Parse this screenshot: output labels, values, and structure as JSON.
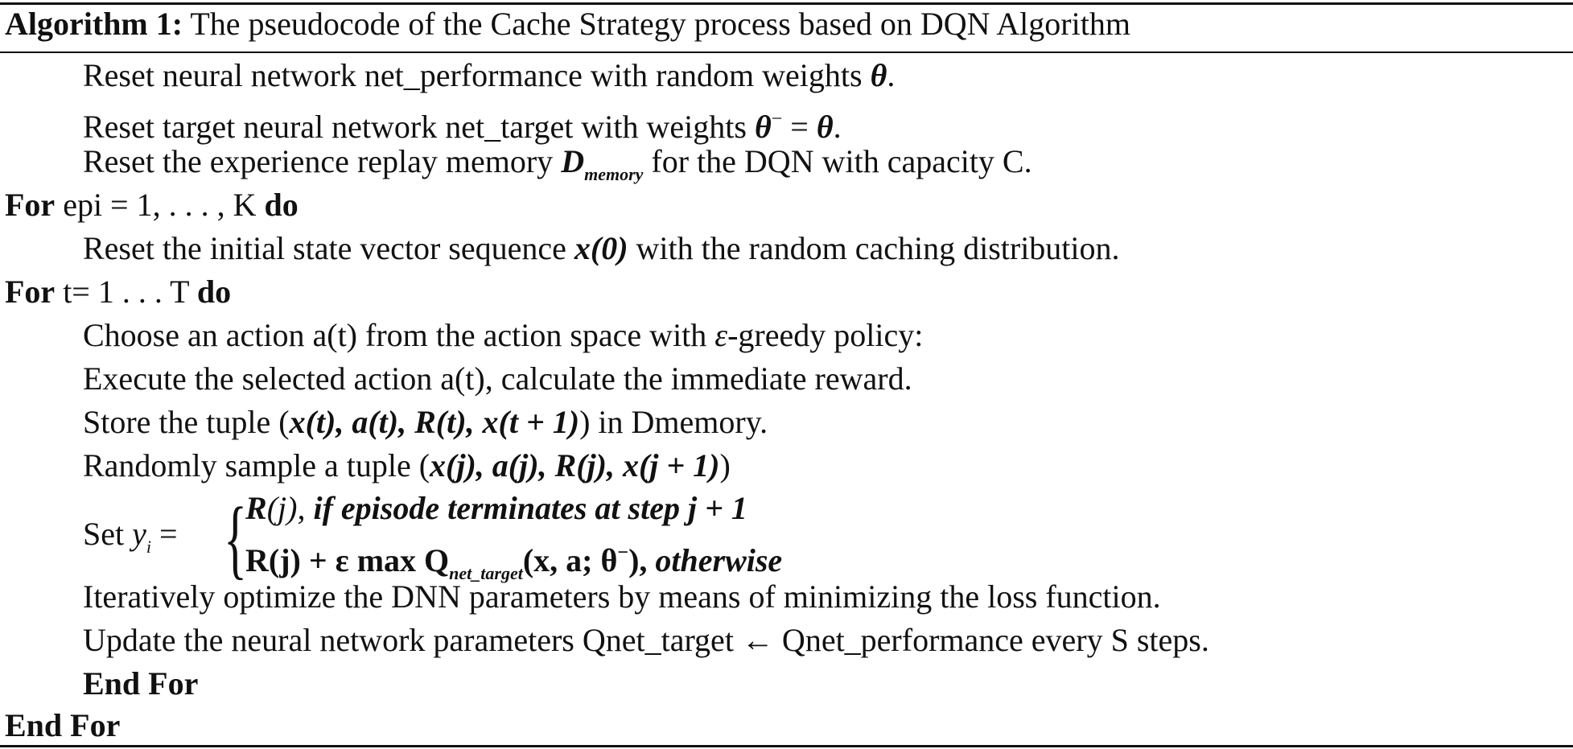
{
  "header": {
    "label": "Algorithm 1:",
    "title": " The pseudocode of the Cache Strategy process based on DQN Algorithm"
  },
  "lines": {
    "l1": {
      "text_a": "Reset neural network net_performance with random weights ",
      "theta": "θ",
      "end": "."
    },
    "l2": {
      "text_a": "Reset target neural network net_target with weights ",
      "theta": "θ",
      "sup": "−",
      "eq": " = ",
      "theta2": "θ",
      "end": "."
    },
    "l3": {
      "text_a": "Reset the experience replay memory ",
      "D": "D",
      "sub": "memory",
      "text_b": " for the DQN with capacity C."
    },
    "l4": {
      "kw_for": "For",
      "text": " epi = 1,  . . . , K ",
      "kw_do": "do"
    },
    "l5": {
      "text_a": "Reset the initial state vector sequence ",
      "x0": "x(0)",
      "text_b": " with the random caching distribution."
    },
    "l6": {
      "kw_for": "For",
      "text": " t= 1 . . . T ",
      "kw_do": "do"
    },
    "l7": {
      "text_a": "Choose an action a(t) from the action space with ",
      "eps": "ε",
      "text_b": "-greedy policy:"
    },
    "l8": {
      "text": "Execute the selected action a(t), calculate the immediate reward."
    },
    "l9": {
      "text_a": "Store the tuple (",
      "tuple": "x(t), a(t), R(t), x(t + 1)",
      "text_b": ")  in Dmemory."
    },
    "l10": {
      "text_a": "Randomly sample a tuple (",
      "tuple": "x(j), a(j), R(j), x(j + 1)",
      "text_b": ")"
    },
    "l11": {
      "set": "Set ",
      "y": "y",
      "y_sub": "i",
      "eq": " = ",
      "brace": "{",
      "case1_a": "R",
      "case1_b": "(j),  ",
      "case1_c": "if episode terminates at step j + 1",
      "case2_a": "R(j) + ε max Q",
      "case2_sub": "net_target",
      "case2_b": "(x, a; θ",
      "case2_sup": "−",
      "case2_c": "),  ",
      "case2_d": "otherwise"
    },
    "l12": {
      "text": "Iteratively optimize the DNN parameters by means of minimizing the loss function."
    },
    "l13": {
      "text": "Update the neural network parameters Qnet_target ← Qnet_performance every S steps."
    },
    "l14": {
      "kw": "End For"
    },
    "l15": {
      "kw": "End For"
    }
  }
}
